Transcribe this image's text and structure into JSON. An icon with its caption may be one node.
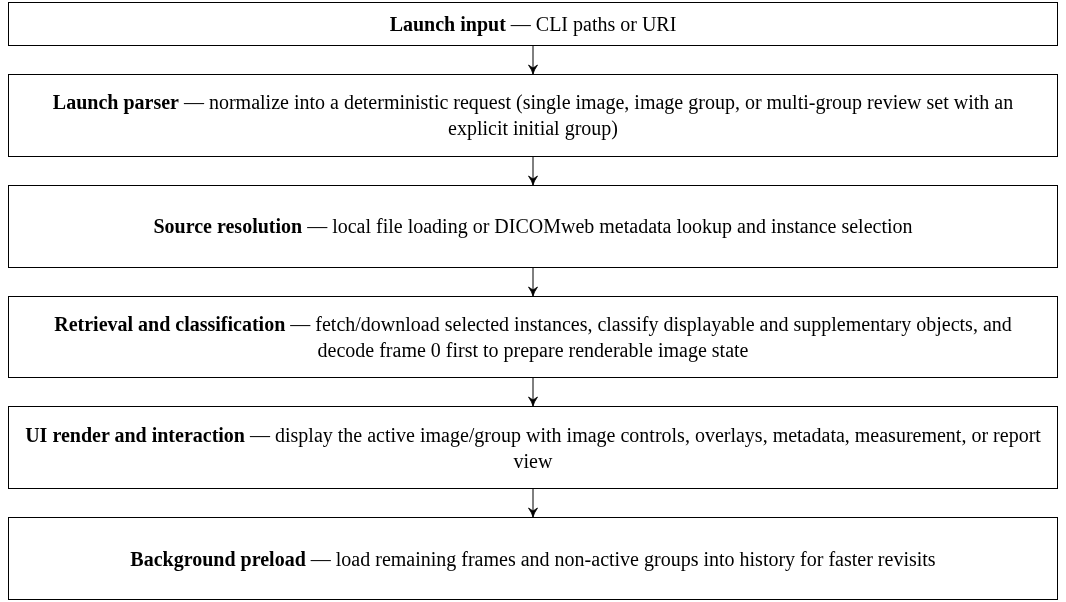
{
  "diagram": {
    "nodes": [
      {
        "text": [
          "**Launch input** — CLI paths or URI"
        ]
      },
      {
        "text": [
          "**Launch parser** — normalize into a deterministic request (single image, image group, or multi-group review set with an explicit initial group)"
        ]
      },
      {
        "text": [
          "**Source resolution** — local file loading or DICOMweb metadata lookup and instance selection"
        ]
      },
      {
        "text": [
          "**Retrieval and classification** — fetch/download selected instances, classify displayable and supplementary objects, and decode frame 0 first to prepare renderable image state"
        ]
      },
      {
        "text": [
          "**UI render and interaction** — display the active image/group with image controls, overlays, metadata, measurement, or report view"
        ]
      },
      {
        "text": [
          "**Background preload** — load remaining frames and non-active groups into history for faster revisits"
        ]
      }
    ],
    "edges": [
      {
        "from": 0,
        "to": 1,
        "arrow": "to"
      },
      {
        "from": 1,
        "to": 2,
        "arrow": "to"
      },
      {
        "from": 2,
        "to": 3,
        "arrow": "to"
      },
      {
        "from": 3,
        "to": 4,
        "arrow": "to"
      },
      {
        "from": 4,
        "to": 5,
        "arrow": "to"
      }
    ]
  }
}
